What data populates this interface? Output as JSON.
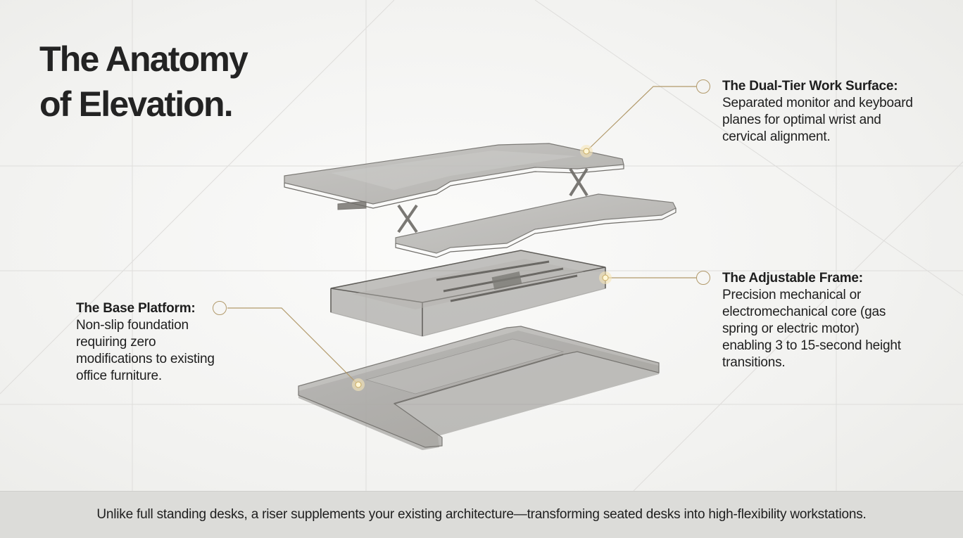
{
  "title": {
    "line1": "The Anatomy",
    "line2": "of Elevation."
  },
  "callouts": {
    "work_surface": {
      "heading": "The Dual-Tier Work Surface:",
      "body": "Separated monitor and keyboard\nplanes for optimal wrist and\ncervical alignment."
    },
    "frame": {
      "heading": "The Adjustable Frame:",
      "body": "Precision mechanical or\nelectromechanical core (gas\nspring or electric motor)\nenabling 3 to 15-second height\ntransitions."
    },
    "base": {
      "heading": "The Base Platform:",
      "body": "Non-slip foundation\nrequiring zero\nmodifications to existing\noffice furniture."
    }
  },
  "footer": {
    "text": "Unlike full standing desks, a riser supplements your existing architecture—transforming seated desks into high-flexibility workstations."
  },
  "colors": {
    "accent": "#b29a6b",
    "text": "#1e1e1e",
    "footer_bg": "#dcdcd9",
    "part_fill": "#9c9a96",
    "part_stroke": "#6f6d69"
  }
}
